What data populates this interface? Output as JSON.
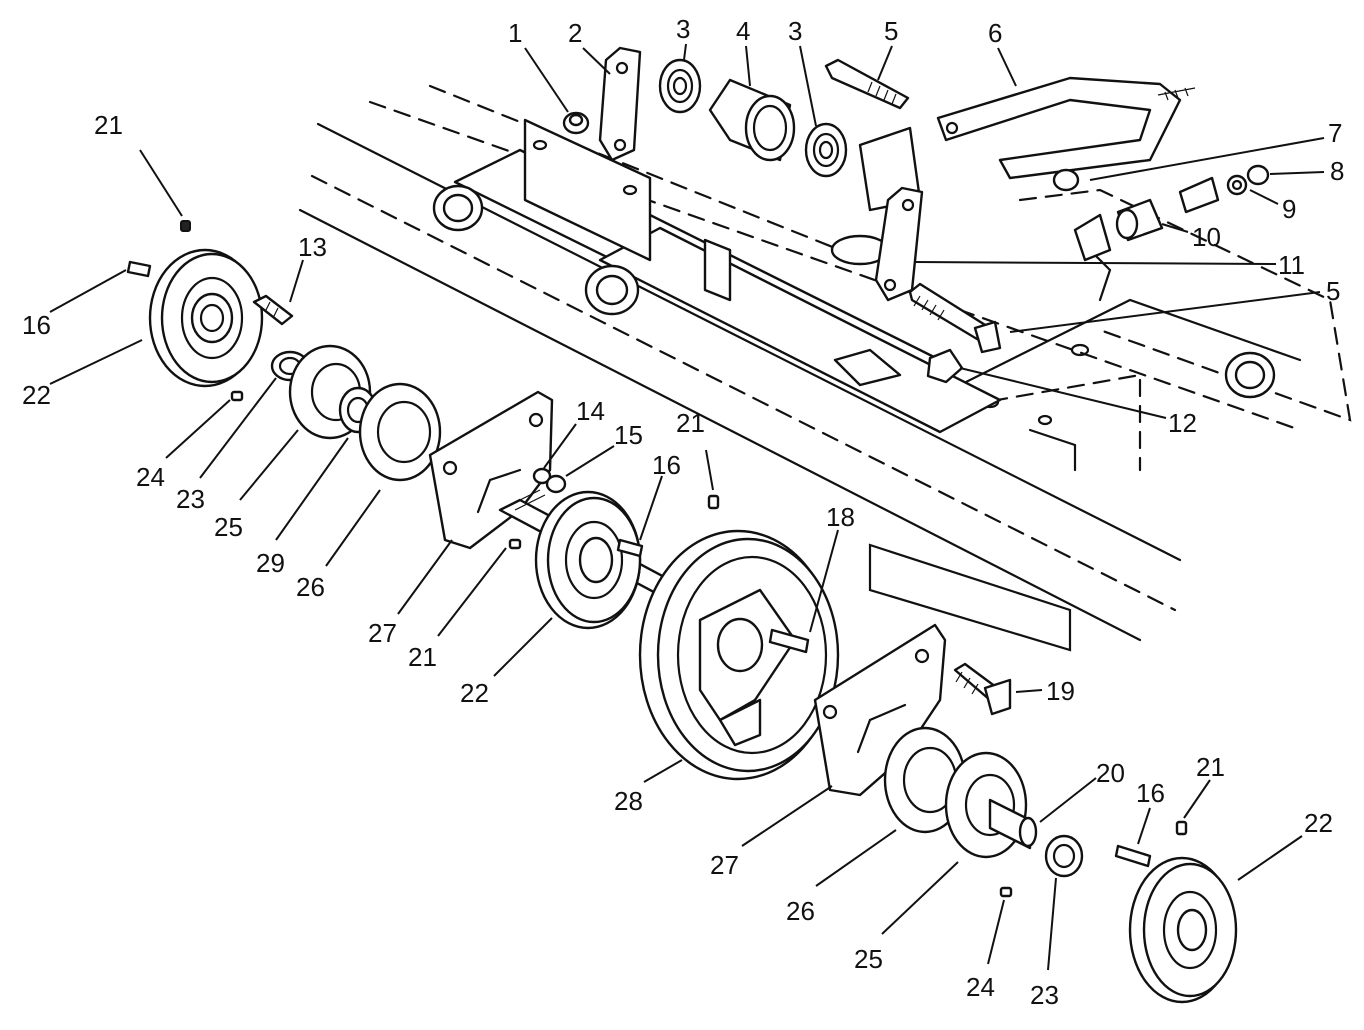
{
  "callouts": [
    {
      "id": "c1",
      "text": "1"
    },
    {
      "id": "c2",
      "text": "2"
    },
    {
      "id": "c3a",
      "text": "3"
    },
    {
      "id": "c4",
      "text": "4"
    },
    {
      "id": "c3b",
      "text": "3"
    },
    {
      "id": "c5a",
      "text": "5"
    },
    {
      "id": "c6",
      "text": "6"
    },
    {
      "id": "c7",
      "text": "7"
    },
    {
      "id": "c8",
      "text": "8"
    },
    {
      "id": "c9",
      "text": "9"
    },
    {
      "id": "c10",
      "text": "10"
    },
    {
      "id": "c11",
      "text": "11"
    },
    {
      "id": "c5b",
      "text": "5"
    },
    {
      "id": "c12",
      "text": "12"
    },
    {
      "id": "c21a",
      "text": "21"
    },
    {
      "id": "c13",
      "text": "13"
    },
    {
      "id": "c16a",
      "text": "16"
    },
    {
      "id": "c22a",
      "text": "22"
    },
    {
      "id": "c24a",
      "text": "24"
    },
    {
      "id": "c23a",
      "text": "23"
    },
    {
      "id": "c25a",
      "text": "25"
    },
    {
      "id": "c29",
      "text": "29"
    },
    {
      "id": "c26a",
      "text": "26"
    },
    {
      "id": "c14",
      "text": "14"
    },
    {
      "id": "c15",
      "text": "15"
    },
    {
      "id": "c21b",
      "text": "21"
    },
    {
      "id": "c16b",
      "text": "16"
    },
    {
      "id": "c18",
      "text": "18"
    },
    {
      "id": "c27a",
      "text": "27"
    },
    {
      "id": "c21c",
      "text": "21"
    },
    {
      "id": "c22b",
      "text": "22"
    },
    {
      "id": "c19",
      "text": "19"
    },
    {
      "id": "c28",
      "text": "28"
    },
    {
      "id": "c20",
      "text": "20"
    },
    {
      "id": "c27b",
      "text": "27"
    },
    {
      "id": "c21d",
      "text": "21"
    },
    {
      "id": "c16c",
      "text": "16"
    },
    {
      "id": "c22c",
      "text": "22"
    },
    {
      "id": "c26b",
      "text": "26"
    },
    {
      "id": "c25b",
      "text": "25"
    },
    {
      "id": "c24b",
      "text": "24"
    },
    {
      "id": "c23b",
      "text": "23"
    }
  ]
}
